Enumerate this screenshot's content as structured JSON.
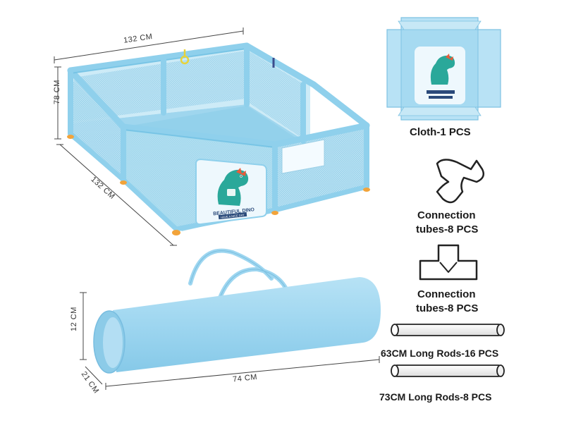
{
  "dimensions": {
    "playpen_width": "132 CM",
    "playpen_height": "78 CM",
    "playpen_depth": "132 CM",
    "bag_height": "12 CM",
    "bag_depth": "21 CM",
    "bag_length": "74 CM"
  },
  "panel_text": {
    "title": "BEAUTIFUL DINO",
    "subtitle": "HAVE A NICE DAY"
  },
  "parts": [
    {
      "label": "Cloth-1 PCS",
      "icon": "cloth-icon"
    },
    {
      "label_line1": "Connection",
      "label_line2": "tubes-8 PCS",
      "icon": "three-way-connector-icon"
    },
    {
      "label_line1": "Connection",
      "label_line2": "tubes-8 PCS",
      "icon": "t-connector-icon"
    },
    {
      "label": "63CM Long Rods-16 PCS",
      "icon": "rod-icon"
    },
    {
      "label": "73CM Long Rods-8 PCS",
      "icon": "rod-icon"
    }
  ],
  "colors": {
    "frame": "#8fd0ec",
    "frame_dark": "#5fb3da",
    "mesh": "#a9dcef",
    "floor": "#9fd6ee",
    "feet": "#f2a33a",
    "dino": "#2aa89a",
    "bag": "#9ed6f0"
  }
}
